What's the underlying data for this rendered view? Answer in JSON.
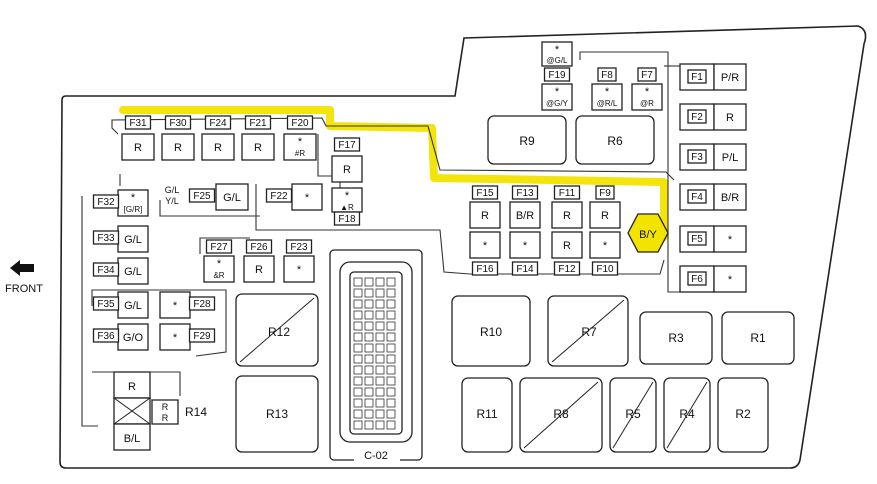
{
  "front_label": "FRONT",
  "connector_label": "C-02",
  "fuses": [
    {
      "id": "F31",
      "value": "R"
    },
    {
      "id": "F30",
      "value": "R"
    },
    {
      "id": "F24",
      "value": "R"
    },
    {
      "id": "F21",
      "value": "R"
    },
    {
      "id": "F20",
      "value": "*",
      "note": "#R"
    },
    {
      "id": "F17",
      "value": "R"
    },
    {
      "id": "F18",
      "value": "*",
      "note": "▲R"
    },
    {
      "id": "F22",
      "value": "*"
    },
    {
      "id": "F32",
      "value": "*",
      "note": "[G/R]"
    },
    {
      "id": "F25",
      "value": "G/L",
      "alt": [
        "G/L",
        "Y/L"
      ]
    },
    {
      "id": "F33",
      "value": "G/L"
    },
    {
      "id": "F34",
      "value": "G/L"
    },
    {
      "id": "F35",
      "value": "G/L"
    },
    {
      "id": "F36",
      "value": "G/O"
    },
    {
      "id": "F28",
      "value": "*"
    },
    {
      "id": "F29",
      "value": "*"
    },
    {
      "id": "F27",
      "value": "*",
      "note": "&R"
    },
    {
      "id": "F26",
      "value": "R"
    },
    {
      "id": "F23",
      "value": "*"
    },
    {
      "id": "F19",
      "value": "*",
      "note": "@G/Y"
    },
    {
      "id": "F8",
      "value": "*",
      "note": "@R/L"
    },
    {
      "id": "F7",
      "value": "*",
      "note": "@R"
    },
    {
      "id": "F1",
      "value": "P/R"
    },
    {
      "id": "F2",
      "value": "R"
    },
    {
      "id": "F3",
      "value": "P/L"
    },
    {
      "id": "F4",
      "value": "B/R"
    },
    {
      "id": "F5",
      "value": "*"
    },
    {
      "id": "F6",
      "value": "*"
    },
    {
      "id": "F15",
      "value": "R"
    },
    {
      "id": "F13",
      "value": "B/R"
    },
    {
      "id": "F11",
      "value": "R"
    },
    {
      "id": "F9",
      "value": "R"
    },
    {
      "id": "F16",
      "value": "*"
    },
    {
      "id": "F14",
      "value": "*"
    },
    {
      "id": "F12",
      "value": "R"
    },
    {
      "id": "F10",
      "value": "*"
    }
  ],
  "top_spare": {
    "value": "*",
    "note": "@G/L"
  },
  "relays": [
    "R1",
    "R2",
    "R3",
    "R4",
    "R5",
    "R6",
    "R7",
    "R8",
    "R9",
    "R10",
    "R11",
    "R12",
    "R13",
    "R14"
  ],
  "r14_contents": {
    "top": "R",
    "right_top": "R",
    "right_bottom": "R",
    "bottom": "B/L"
  },
  "highlighted_fuse": {
    "id": "F4",
    "value": "B/Y"
  },
  "highlight_color": "#f2e300"
}
